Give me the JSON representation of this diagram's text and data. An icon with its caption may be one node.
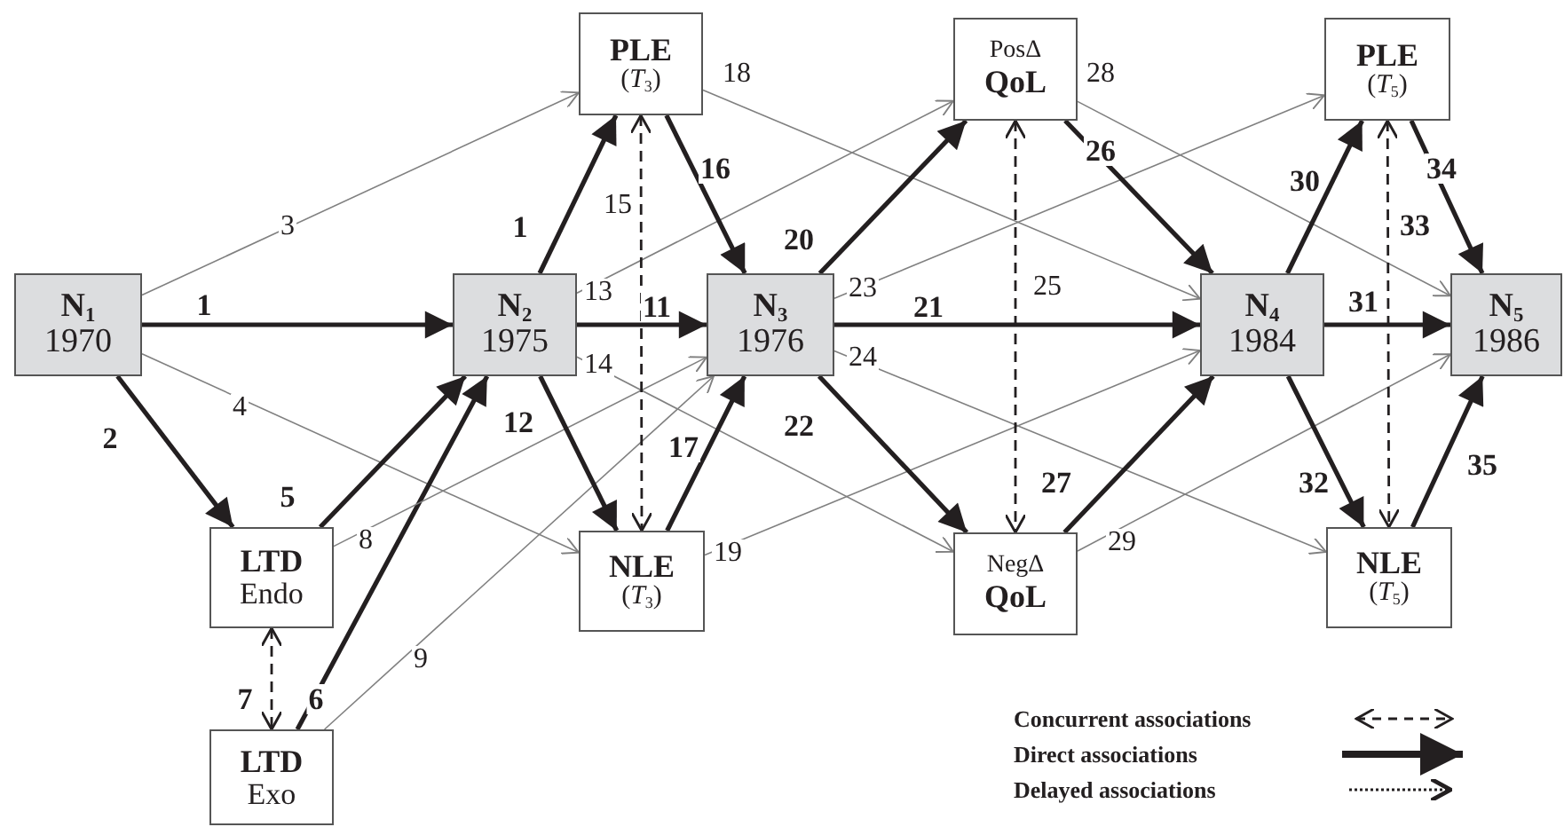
{
  "diagram": {
    "nodes": [
      {
        "text": [
          "N$_{1}$",
          "1970"
        ]
      },
      {
        "text": [
          "N$_{2}$",
          "1975"
        ]
      },
      {
        "text": [
          "N$_{3}$",
          "1976"
        ]
      },
      {
        "text": [
          "N$_{4}$",
          "1984"
        ]
      },
      {
        "text": [
          "N$_{5}$",
          "1986"
        ]
      },
      {
        "text": [
          "PLE",
          "(*T*$_{3}$)"
        ]
      },
      {
        "text": [
          "LTD",
          "Endo"
        ]
      },
      {
        "text": [
          "LTD",
          "Exo"
        ]
      },
      {
        "text": [
          "NLE",
          "(*T*$_{3}$)"
        ]
      },
      {
        "text": [
          "PosΔ",
          "QoL"
        ]
      },
      {
        "text": [
          "NegΔ",
          "QoL"
        ]
      },
      {
        "text": [
          "PLE",
          "(*T*$_{5}$)"
        ]
      },
      {
        "text": [
          "NLE",
          "(*T*$_{5}$)"
        ]
      }
    ],
    "edges": [
      {
        "from": 0,
        "to": 1,
        "arrow": "to",
        "label": "1"
      },
      {
        "from": 0,
        "to": 6,
        "arrow": "to",
        "label": "2"
      },
      {
        "from": 0,
        "to": 5,
        "arrow": "to",
        "label": "3",
        "color": "#808080"
      },
      {
        "from": 0,
        "to": 8,
        "arrow": "to",
        "label": "4",
        "color": "#808080"
      },
      {
        "from": 6,
        "to": 1,
        "arrow": "to",
        "label": "5"
      },
      {
        "from": 7,
        "to": 1,
        "arrow": "to",
        "label": "6"
      },
      {
        "from": 6,
        "to": 7,
        "arrow": "both",
        "label": "7",
        "style": "dashed"
      },
      {
        "from": 6,
        "to": 2,
        "arrow": "to",
        "label": "8",
        "color": "#808080"
      },
      {
        "from": 7,
        "to": 2,
        "arrow": "to",
        "label": "9",
        "color": "#808080"
      },
      {
        "from": 1,
        "to": 5,
        "arrow": "to",
        "label": "1"
      },
      {
        "from": 1,
        "to": 2,
        "arrow": "to",
        "label": "11"
      },
      {
        "from": 1,
        "to": 8,
        "arrow": "to",
        "label": "12"
      },
      {
        "from": 1,
        "to": 9,
        "arrow": "to",
        "label": "13",
        "color": "#808080"
      },
      {
        "from": 1,
        "to": 10,
        "arrow": "to",
        "label": "14",
        "color": "#808080"
      },
      {
        "from": 5,
        "to": 8,
        "arrow": "both",
        "label": "15",
        "style": "dashed"
      },
      {
        "from": 5,
        "to": 2,
        "arrow": "to",
        "label": "16"
      },
      {
        "from": 8,
        "to": 2,
        "arrow": "to",
        "label": "17"
      },
      {
        "from": 5,
        "to": 3,
        "arrow": "to",
        "label": "18",
        "color": "#808080"
      },
      {
        "from": 8,
        "to": 3,
        "arrow": "to",
        "label": "19",
        "color": "#808080"
      },
      {
        "from": 2,
        "to": 9,
        "arrow": "to",
        "label": "20"
      },
      {
        "from": 2,
        "to": 3,
        "arrow": "to",
        "label": "21"
      },
      {
        "from": 2,
        "to": 10,
        "arrow": "to",
        "label": "22"
      },
      {
        "from": 2,
        "to": 11,
        "arrow": "to",
        "label": "23",
        "color": "#808080"
      },
      {
        "from": 2,
        "to": 12,
        "arrow": "to",
        "label": "24",
        "color": "#808080"
      },
      {
        "from": 9,
        "to": 10,
        "arrow": "both",
        "label": "25",
        "style": "dashed"
      },
      {
        "from": 9,
        "to": 3,
        "arrow": "to",
        "label": "26"
      },
      {
        "from": 10,
        "to": 3,
        "arrow": "to",
        "label": "27"
      },
      {
        "from": 9,
        "to": 4,
        "arrow": "to",
        "label": "28",
        "color": "#808080"
      },
      {
        "from": 10,
        "to": 4,
        "arrow": "to",
        "label": "29",
        "color": "#808080"
      },
      {
        "from": 3,
        "to": 11,
        "arrow": "to",
        "label": "30"
      },
      {
        "from": 3,
        "to": 4,
        "arrow": "to",
        "label": "31"
      },
      {
        "from": 3,
        "to": 12,
        "arrow": "to",
        "label": "32"
      },
      {
        "from": 11,
        "to": 12,
        "arrow": "both",
        "label": "33",
        "style": "dashed"
      },
      {
        "from": 11,
        "to": 4,
        "arrow": "to",
        "label": "34"
      },
      {
        "from": 12,
        "to": 4,
        "arrow": "to",
        "label": "35"
      }
    ],
    "legend": [
      {
        "text": "Concurrent associations"
      },
      {
        "text": "Direct associations"
      },
      {
        "text": "Delayed associations"
      }
    ]
  }
}
